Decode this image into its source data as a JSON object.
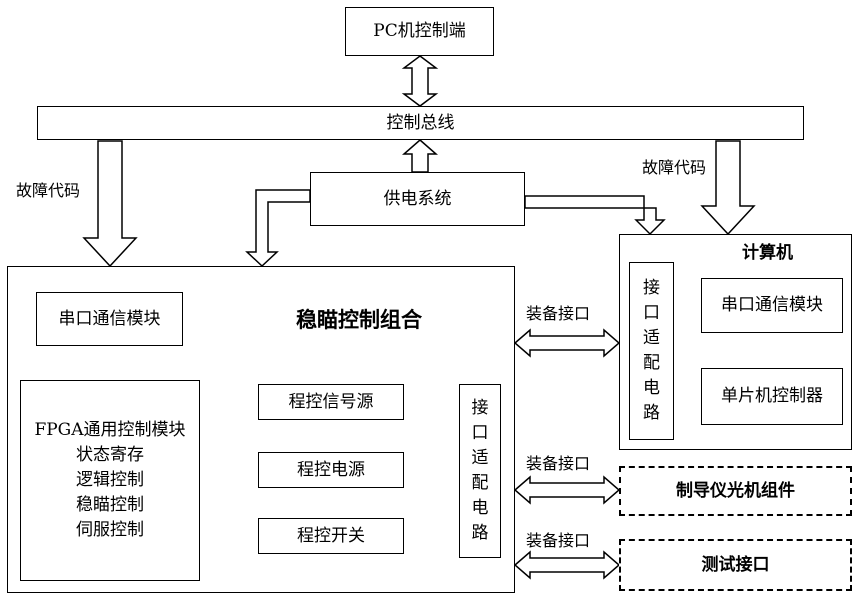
{
  "pc": "PC机控制端",
  "bus": "控制总线",
  "power": "供电系统",
  "fault_left": "故障代码",
  "fault_right": "故障代码",
  "stab": {
    "title": "稳瞄控制组合",
    "serial": "串口通信模块",
    "fpga_lines": [
      "FPGA通用控制模块",
      "状态寄存",
      "逻辑控制",
      "稳瞄控制",
      "伺服控制"
    ],
    "signal": "程控信号源",
    "psu": "程控电源",
    "switch": "程控开关",
    "adapter": [
      "接",
      "口",
      "适",
      "配",
      "电",
      "路"
    ]
  },
  "computer": {
    "title": "计算机",
    "adapter": [
      "接",
      "口",
      "适",
      "配",
      "电",
      "路"
    ],
    "serial": "串口通信模块",
    "mcu": "单片机控制器"
  },
  "equip1": "装备接口",
  "equip2": "装备接口",
  "equip3": "装备接口",
  "guidance": "制导仪光机组件",
  "test": "测试接口"
}
